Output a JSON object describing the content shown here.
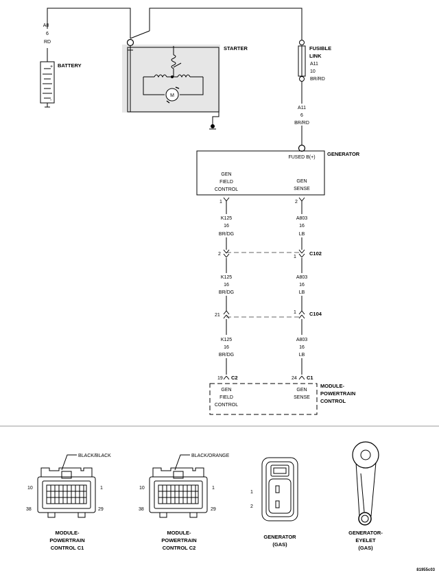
{
  "starter": {
    "title": "STARTER",
    "motor": "M"
  },
  "battery": {
    "title": "BATTERY",
    "plus": "+",
    "minus": "-"
  },
  "wire_a8": {
    "circuit": "A8",
    "gauge": "6",
    "color": "RD"
  },
  "fusible_link": {
    "title_1": "FUSIBLE",
    "title_2": "LINK",
    "circuit": "A11",
    "gauge": "10",
    "color": "BR/RD"
  },
  "wire_a11": {
    "circuit": "A11",
    "gauge": "6",
    "color": "BR/RD"
  },
  "generator": {
    "title": "GENERATOR",
    "fused_b": "FUSED B(+)",
    "field_1": "GEN",
    "field_2": "FIELD",
    "field_3": "CONTROL",
    "sense_1": "GEN",
    "sense_2": "SENSE",
    "pin_field": "1",
    "pin_sense": "2"
  },
  "wire_k125": {
    "circuit": "K125",
    "gauge": "16",
    "color": "BR/DG"
  },
  "wire_a803": {
    "circuit": "A803",
    "gauge": "16",
    "color": "LB"
  },
  "c102": {
    "name": "C102",
    "pin_left": "2",
    "pin_right": "1"
  },
  "c104": {
    "name": "C104",
    "pin_left": "21",
    "pin_right": "1"
  },
  "pcm": {
    "title_1": "MODULE-",
    "title_2": "POWERTRAIN",
    "title_3": "CONTROL",
    "c2": "C2",
    "c1": "C1",
    "pin_field": "19",
    "pin_sense": "24",
    "field_1": "GEN",
    "field_2": "FIELD",
    "field_3": "CONTROL",
    "sense_1": "GEN",
    "sense_2": "SENSE"
  },
  "connectors": {
    "c1": {
      "callout": "BLACK/BLACK",
      "pin_tl": "10",
      "pin_tr": "1",
      "pin_bl": "38",
      "pin_br": "29",
      "cap_1": "MODULE-",
      "cap_2": "POWERTRAIN",
      "cap_3": "CONTROL C1"
    },
    "c2": {
      "callout": "BLACK/ORANGE",
      "pin_tl": "10",
      "pin_tr": "1",
      "pin_bl": "38",
      "pin_br": "29",
      "cap_1": "MODULE-",
      "cap_2": "POWERTRAIN",
      "cap_3": "CONTROL C2"
    },
    "gen": {
      "pin_1": "1",
      "pin_2": "2",
      "cap_1": "GENERATOR",
      "cap_2": "(GAS)"
    },
    "eyelet": {
      "cap_1": "GENERATOR-",
      "cap_2": "EYELET",
      "cap_3": "(GAS)"
    }
  },
  "figure_id": "81955c03"
}
